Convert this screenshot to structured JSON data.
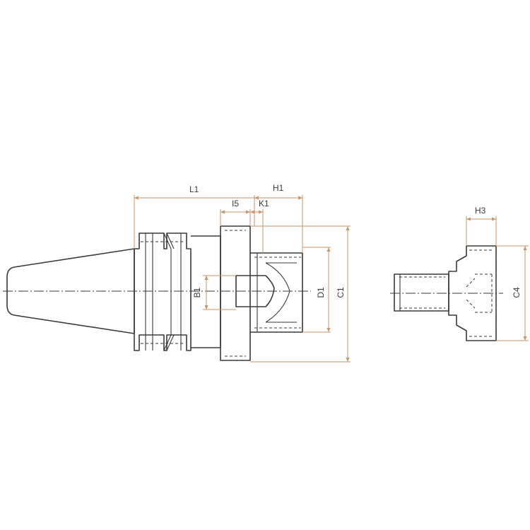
{
  "colors": {
    "part_line": "#3a3a3a",
    "dimension_line": "#c9956a",
    "background": "#ffffff"
  },
  "dimensions": {
    "L1": "L1",
    "H1": "H1",
    "I5": "I5",
    "K1": "K1",
    "B1": "B1",
    "D1": "D1",
    "C1": "C1",
    "H3": "H3",
    "C4": "C4"
  }
}
